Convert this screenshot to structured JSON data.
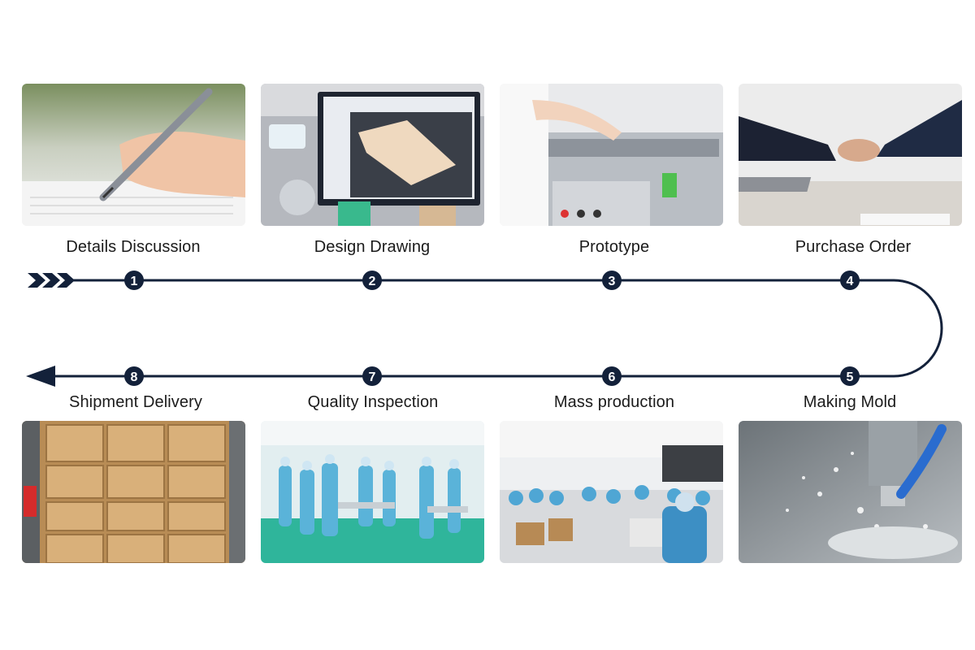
{
  "steps": [
    {
      "number": "1",
      "label": "Details Discussion"
    },
    {
      "number": "2",
      "label": "Design Drawing"
    },
    {
      "number": "3",
      "label": "Prototype"
    },
    {
      "number": "4",
      "label": "Purchase Order"
    },
    {
      "number": "5",
      "label": "Making Mold"
    },
    {
      "number": "6",
      "label": "Mass production"
    },
    {
      "number": "7",
      "label": "Quality Inspection"
    },
    {
      "number": "8",
      "label": "Shipment Delivery"
    }
  ],
  "colors": {
    "line": "#13213a",
    "badge": "#13213a",
    "badge_text": "#ffffff"
  }
}
